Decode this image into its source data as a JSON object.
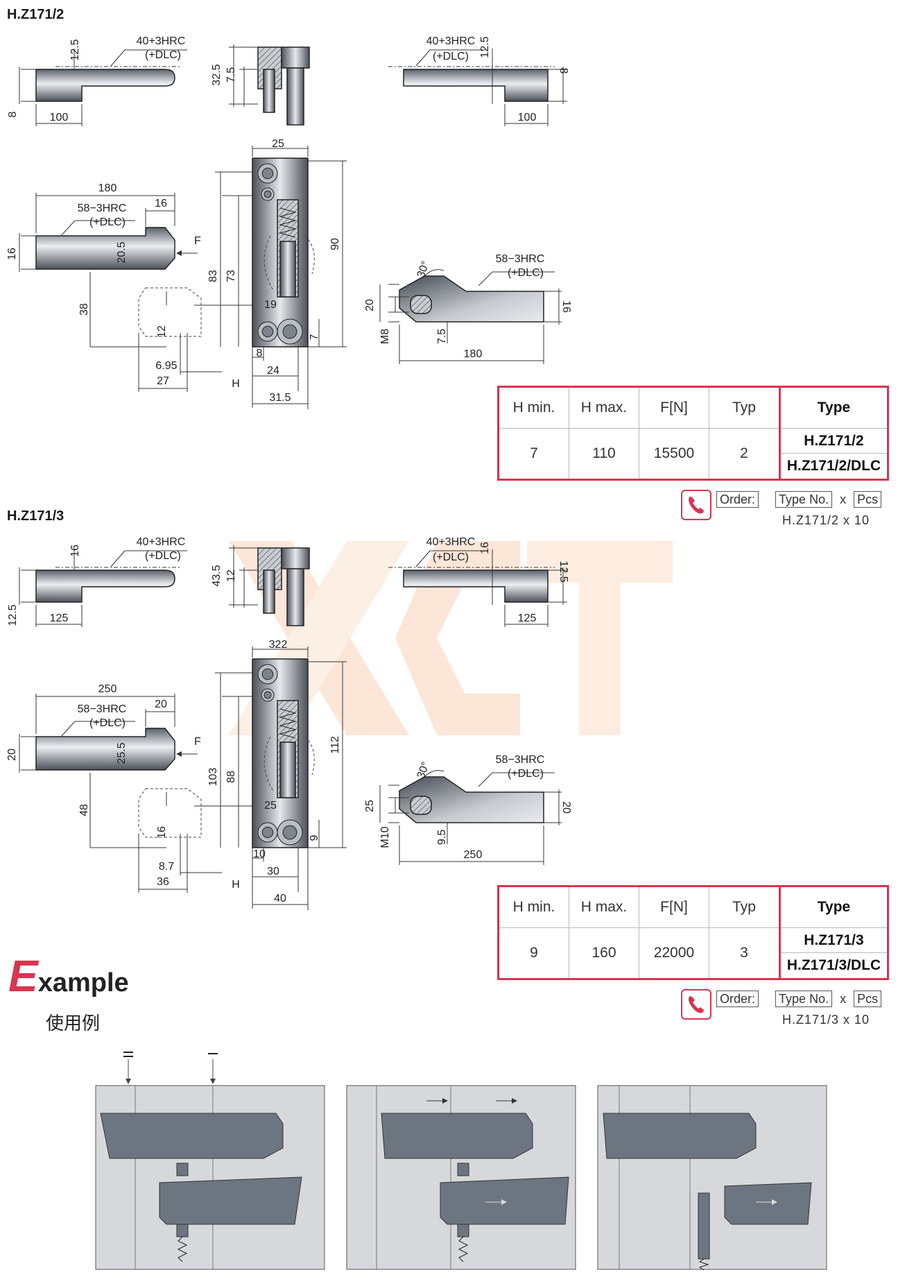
{
  "sections": [
    {
      "title": "H.Z171/2",
      "dims": {
        "a_12_5": "12.5",
        "a_hrc1": "40+3HRC",
        "a_dlc": "(+DLC)",
        "a_8": "8",
        "a_100": "100",
        "b_32_5": "32.5",
        "b_7_5": "7.5",
        "c_hrc1": "40+3HRC",
        "c_dlc": "(+DLC)",
        "c_12_5": "12.5",
        "c_8": "8",
        "c_100": "100",
        "d_180": "180",
        "d_hrc": "58−3HRC",
        "d_dlc": "(+DLC)",
        "d_16top": "16",
        "d_16": "16",
        "d_20_5": "20.5",
        "d_F": "F",
        "d_38": "38",
        "d_12": "12",
        "d_6_95": "6.95",
        "d_27": "27",
        "d_H": "H",
        "e_25": "25",
        "e_83": "83",
        "e_73": "73",
        "e_90": "90",
        "e_19": "19",
        "e_7": "7",
        "e_8": "8",
        "e_24": "24",
        "e_31_5": "31.5",
        "f_30": "30°",
        "f_hrc": "58−3HRC",
        "f_dlc": "(+DLC)",
        "f_20": "20",
        "f_M": "M8",
        "f_7_5": "7.5",
        "f_180": "180",
        "f_16": "16"
      },
      "table": {
        "headers": [
          "H min.",
          "H max.",
          "F[N]",
          "Typ"
        ],
        "values": [
          "7",
          "110",
          "15500",
          "2"
        ],
        "type_header": "Type",
        "types": [
          "H.Z171/2",
          "H.Z171/2/DLC"
        ]
      },
      "order": {
        "label": "Order:",
        "type_no": "Type No.",
        "x": "x",
        "pcs": "Pcs",
        "example": "H.Z171/2  x  10"
      }
    },
    {
      "title": "H.Z171/3",
      "dims": {
        "a_12_5": "16",
        "a_hrc1": "40+3HRC",
        "a_dlc": "(+DLC)",
        "a_8": "12.5",
        "a_100": "125",
        "b_32_5": "43.5",
        "b_7_5": "12",
        "c_hrc1": "40+3HRC",
        "c_dlc": "(+DLC)",
        "c_12_5": "16",
        "c_8": "12.5",
        "c_100": "125",
        "d_180": "250",
        "d_hrc": "58−3HRC",
        "d_dlc": "(+DLC)",
        "d_16top": "20",
        "d_16": "20",
        "d_20_5": "25.5",
        "d_F": "F",
        "d_38": "48",
        "d_12": "16",
        "d_6_95": "8.7",
        "d_27": "36",
        "d_H": "H",
        "e_25": "322",
        "e_83": "103",
        "e_73": "88",
        "e_90": "112",
        "e_19": "25",
        "e_7": "9",
        "e_8": "10",
        "e_24": "30",
        "e_31_5": "40",
        "f_30": "30°",
        "f_hrc": "58−3HRC",
        "f_dlc": "(+DLC)",
        "f_20": "25",
        "f_M": "M10",
        "f_7_5": "9.5",
        "f_180": "250",
        "f_16": "20"
      },
      "table": {
        "headers": [
          "H min.",
          "H max.",
          "F[N]",
          "Typ"
        ],
        "values": [
          "9",
          "160",
          "22000",
          "3"
        ],
        "type_header": "Type",
        "types": [
          "H.Z171/3",
          "H.Z171/3/DLC"
        ]
      },
      "order": {
        "label": "Order:",
        "type_no": "Type No.",
        "x": "x",
        "pcs": "Pcs",
        "example": "H.Z171/3  x  10"
      }
    }
  ],
  "example": {
    "letter": "E",
    "rest": "xample",
    "sub": "使用例"
  },
  "colors": {
    "accent": "#d9344f",
    "metal": "#6d7580",
    "plate": "#d6d8db"
  }
}
